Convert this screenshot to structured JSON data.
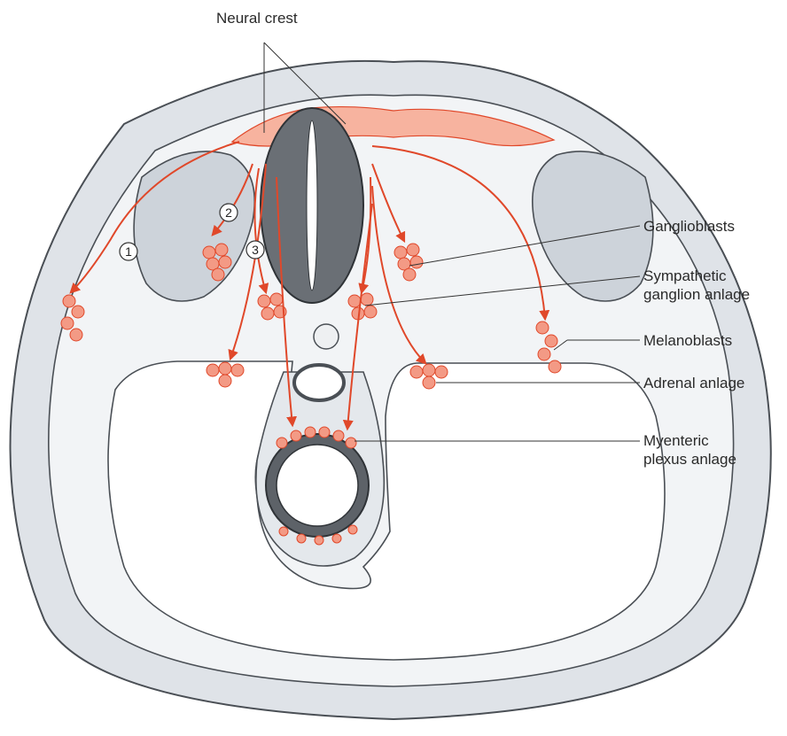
{
  "labels": {
    "neural_crest": "Neural crest",
    "ganglioblasts": "Ganglioblasts",
    "sympathetic_line1": "Sympathetic",
    "sympathetic_line2": "ganglion anlage",
    "melanoblasts": "Melanoblasts",
    "adrenal": "Adrenal anlage",
    "myenteric_line1": "Myenteric",
    "myenteric_line2": "plexus anlage"
  },
  "markers": [
    "1",
    "2",
    "3"
  ],
  "colors": {
    "migration": "#e0482a",
    "cell_fill": "#f39a85",
    "crest_fill": "#f7b39f",
    "tissue": "#dfe3e8",
    "outline": "#4a4f55",
    "cavity": "#f6f8fa"
  }
}
